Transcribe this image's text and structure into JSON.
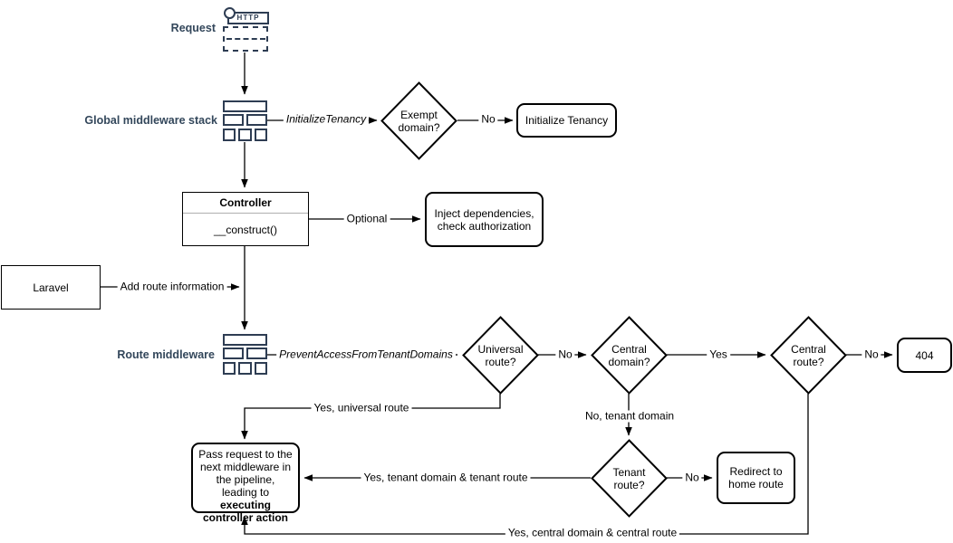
{
  "colors": {
    "icon_navy": "#2E3D53",
    "side_label_navy": "#33475B",
    "line_black": "#000000",
    "node_fill": "#ffffff"
  },
  "icons": {
    "http_request_label": "HTTP"
  },
  "side_labels": {
    "request": "Request",
    "global_middleware": "Global middleware stack",
    "route_middleware": "Route middleware"
  },
  "nodes": {
    "exempt_domain": "Exempt domain?",
    "initialize_tenancy": "Initialize Tenancy",
    "controller_title": "Controller",
    "controller_method": "__construct()",
    "inject_dependencies": "Inject dependencies, check authorization",
    "laravel": "Laravel",
    "universal_route": "Universal route?",
    "central_domain": "Central domain?",
    "central_route": "Central route?",
    "not_found": "404",
    "tenant_route": "Tenant route?",
    "redirect_home": "Redirect to home route",
    "pass_request_normal": "Pass request to the next middleware in the pipeline, leading to ",
    "pass_request_bold": "executing controller action"
  },
  "edge_labels": {
    "initialize_tenancy_middleware": "InitializeTenancy",
    "no_exempt": "No",
    "optional": "Optional",
    "add_route_information": "Add route information",
    "prevent_access_middleware": "PreventAccessFromTenantDomains",
    "no_universal": "No",
    "yes_central_domain": "Yes",
    "no_central_route": "No",
    "yes_universal_route": "Yes, universal route",
    "no_tenant_domain": "No, tenant domain",
    "no_tenant_route": "No",
    "yes_tenant": "Yes, tenant domain & tenant route",
    "yes_central": "Yes, central domain & central route"
  }
}
